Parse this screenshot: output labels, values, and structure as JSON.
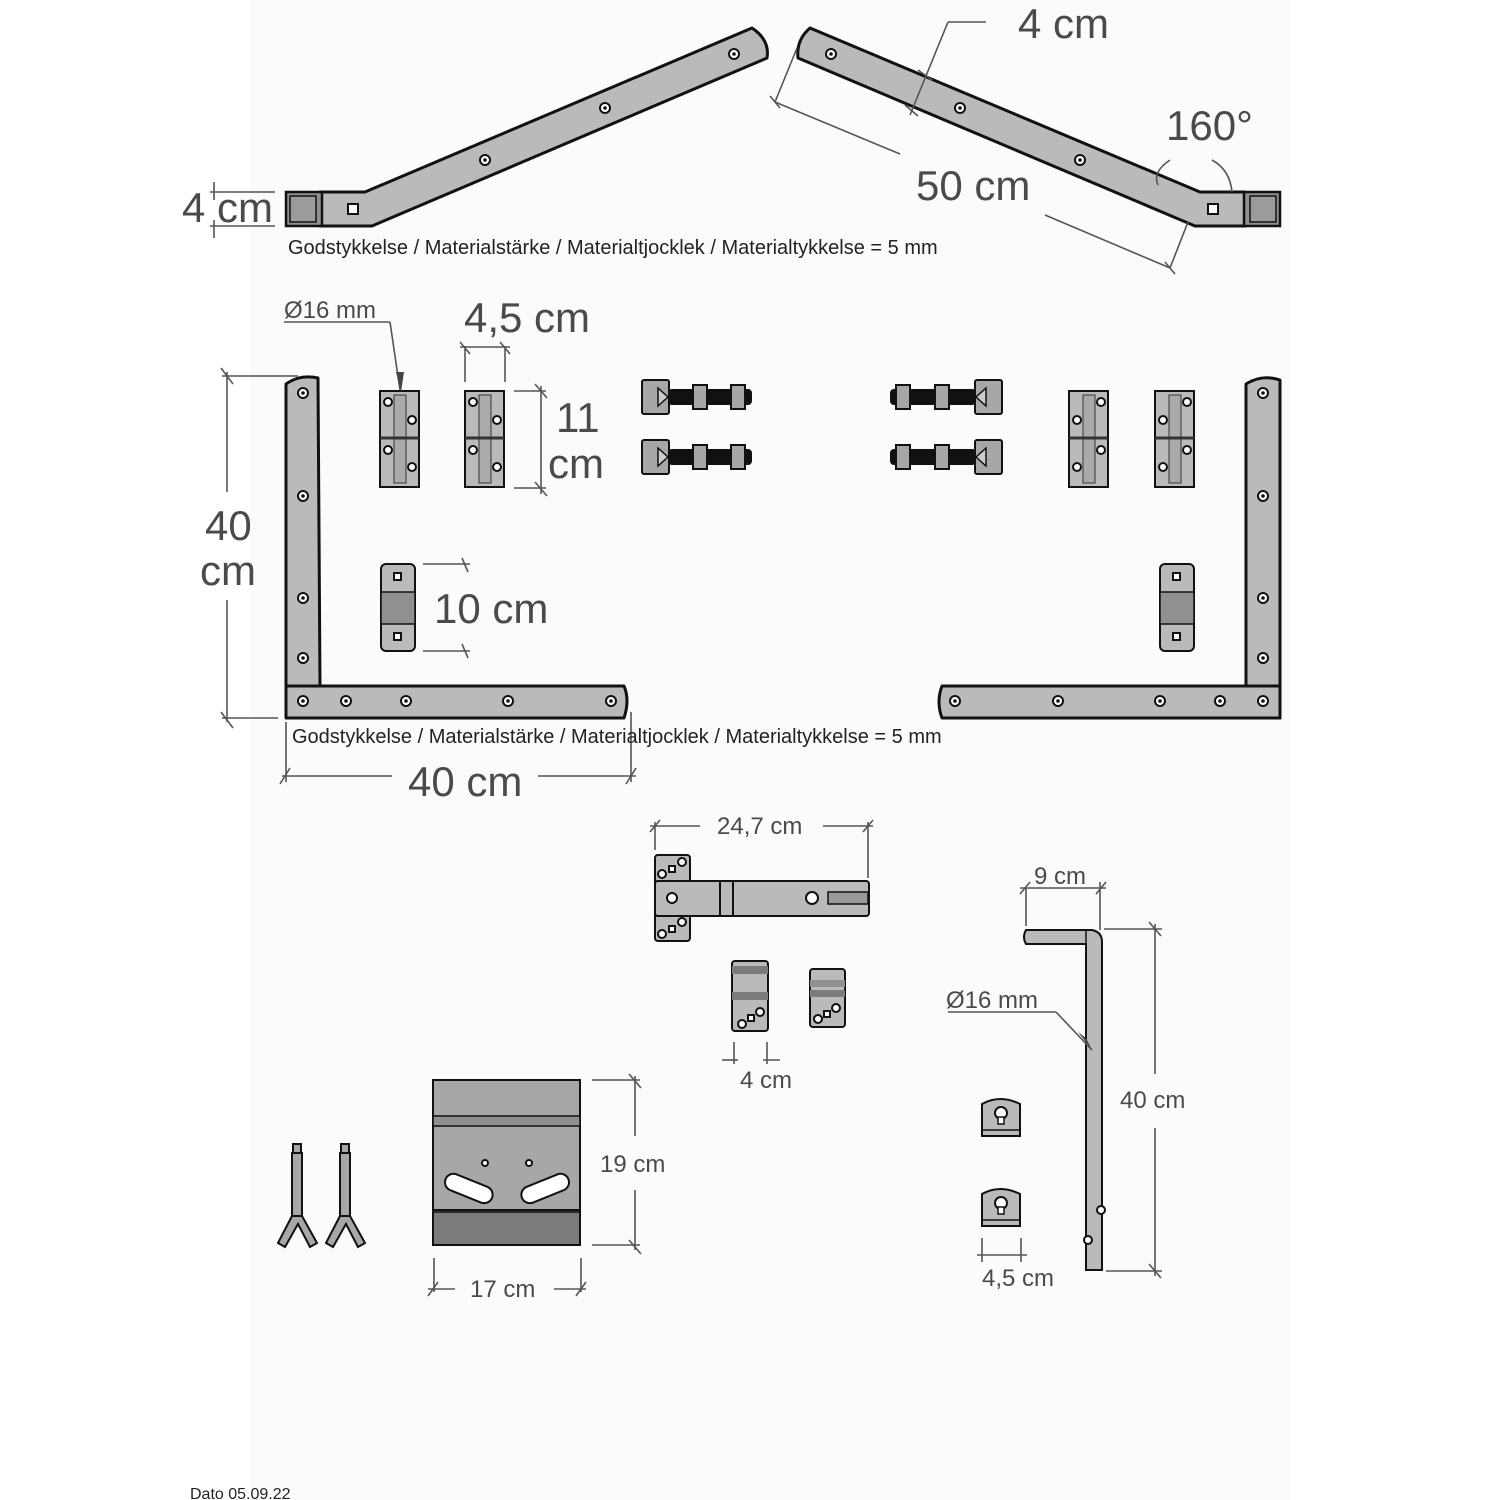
{
  "drawing": {
    "type": "dimensioned product drawing",
    "subject": "gate hinge kit components"
  },
  "section_top": {
    "cranked_hinge_left": {
      "width_label": "4 cm"
    },
    "cranked_hinge_right": {
      "width_label": "4 cm",
      "length_label": "50 cm",
      "angle_label": "160°"
    },
    "material_note": "Godstykkelse / Materialstärke / Materialtjocklek / Materialtykkelse = 5 mm"
  },
  "section_middle": {
    "pin_diameter_label": "Ø16 mm",
    "gudgeon_width_label": "4,5 cm",
    "gudgeon_height_label_line1": "11",
    "gudgeon_height_label_line2": "cm",
    "angle_hinge_height_label_line1": "40",
    "angle_hinge_height_label_line2": "cm",
    "angle_hinge_width_label": "40 cm",
    "strap_keeper_height_label": "10 cm",
    "material_note": "Godstykkelse / Materialstärke / Materialtjocklek / Materialtykkelse = 5 mm"
  },
  "section_bottom": {
    "latch_length_label": "24,7 cm",
    "latch_keeper_width_label": "4 cm",
    "drop_bolt_handle_label": "9 cm",
    "drop_bolt_diameter_label": "Ø16 mm",
    "drop_bolt_length_label": "40 cm",
    "bolt_keeper_width_label": "4,5 cm",
    "gate_stop_height_label": "19 cm",
    "gate_stop_width_label": "17 cm"
  },
  "footer": {
    "date_label": "Dato 05.09.22"
  },
  "colors": {
    "steel": "#b9bbba",
    "steel_dark": "#8e9190",
    "outline": "#111111",
    "dimension": "#555555",
    "label": "#4a4a4a"
  }
}
